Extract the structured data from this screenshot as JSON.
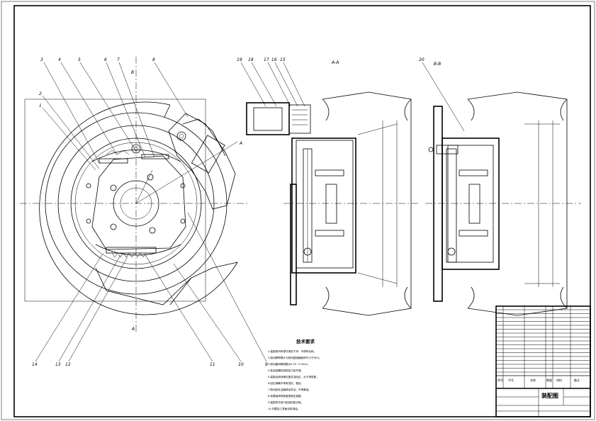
{
  "drawing": {
    "section_views": [
      {
        "label": "A-A"
      },
      {
        "label": "B-B"
      }
    ],
    "cut_markers": [
      {
        "label": "B"
      },
      {
        "label": "A"
      },
      {
        "label": "A"
      }
    ],
    "callouts": [
      {
        "label": "3"
      },
      {
        "label": "4"
      },
      {
        "label": "5"
      },
      {
        "label": "6"
      },
      {
        "label": "7"
      },
      {
        "label": "8"
      },
      {
        "label": "2"
      },
      {
        "label": "1"
      },
      {
        "label": "14"
      },
      {
        "label": "13"
      },
      {
        "label": "12"
      },
      {
        "label": "11"
      },
      {
        "label": "10"
      },
      {
        "label": "9"
      },
      {
        "label": "19"
      },
      {
        "label": "18"
      },
      {
        "label": "17"
      },
      {
        "label": "16"
      },
      {
        "label": "15"
      },
      {
        "label": "20"
      }
    ]
  },
  "technical_requirements": {
    "title": "技术要求",
    "items": [
      "1.装配前所有零件清洗干净，不得有毛刺。",
      "2.制动蹄摩擦片与制动鼓接触面积不小于80%。",
      "3.制动器间隙调整为0.25~0.5mm。",
      "4.各连接螺栓按规定力矩拧紧。",
      "5.装配后制动蹄应能灵活回位，无卡滞现象。",
      "6.回位弹簧不得有变形、裂纹。",
      "7.制动轮缸活塞移动灵活，不得漏油。",
      "8.轮毂轴承预紧度按规定调整。",
      "9.装配完毕进行制动性能试验。",
      "10.外露加工表面涂防锈油。"
    ]
  },
  "bom": {
    "headers": [
      "序号",
      "代号",
      "名称",
      "数量",
      "材料",
      "备注"
    ],
    "title_block": {
      "drawing_name": "装配图"
    }
  }
}
